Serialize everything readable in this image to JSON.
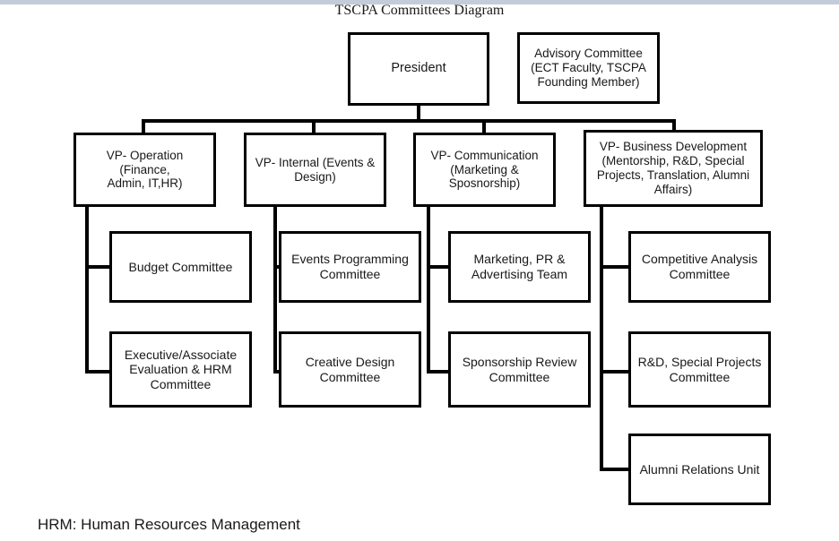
{
  "page": {
    "title": "TSCPA Committees Diagram",
    "footnote": "HRM: Human Resources Management",
    "background_color": "#ffffff",
    "line_color": "#000000",
    "text_color": "#181818",
    "top_band_color": "#c3cdd9"
  },
  "chart_data": {
    "type": "diagram",
    "subtype": "organizational-chart",
    "title": "TSCPA Committees Diagram",
    "footnote": "HRM: Human Resources Management",
    "orientation": "top-down with left-side drop trunks",
    "levels": 3,
    "nodes": [
      {
        "id": "president",
        "label": "President",
        "level": 1,
        "column": "center"
      },
      {
        "id": "advisory",
        "label": "Advisory Committee\n(ECT Faculty, TSCPA\nFounding Member)",
        "level": 1,
        "column": "right",
        "detached": true
      },
      {
        "id": "vp-operation",
        "label": "VP- Operation (Finance,\nAdmin, IT,HR)",
        "level": 2,
        "column": 1
      },
      {
        "id": "vp-internal",
        "label": "VP- Internal (Events &\nDesign)",
        "level": 2,
        "column": 2
      },
      {
        "id": "vp-communication",
        "label": "VP- Communication\n(Marketing &\nSposnorship)",
        "level": 2,
        "column": 3
      },
      {
        "id": "vp-business-development",
        "label": "VP- Business Development\n(Mentorship, R&D, Special\nProjects, Translation, Alumni\nAffairs)",
        "level": 2,
        "column": 4
      },
      {
        "id": "budget-committee",
        "label": "Budget Committee",
        "level": 3,
        "column": 1,
        "row": 1
      },
      {
        "id": "executive-associate-evaluation-hrm-committee",
        "label": "Executive/Associate\nEvaluation & HRM\nCommittee",
        "level": 3,
        "column": 1,
        "row": 2
      },
      {
        "id": "events-programming-committee",
        "label": "Events Programming\nCommittee",
        "level": 3,
        "column": 2,
        "row": 1
      },
      {
        "id": "creative-design-committee",
        "label": "Creative Design\nCommittee",
        "level": 3,
        "column": 2,
        "row": 2
      },
      {
        "id": "marketing-pr-advertising-team",
        "label": "Marketing, PR &\nAdvertising Team",
        "level": 3,
        "column": 3,
        "row": 1
      },
      {
        "id": "sponsorship-review-committee",
        "label": "Sponsorship Review\nCommittee",
        "level": 3,
        "column": 3,
        "row": 2
      },
      {
        "id": "competitive-analysis-committee",
        "label": "Competitive Analysis\nCommittee",
        "level": 3,
        "column": 4,
        "row": 1
      },
      {
        "id": "rd-special-projects-committee",
        "label": "R&D, Special Projects\nCommittee",
        "level": 3,
        "column": 4,
        "row": 2
      },
      {
        "id": "alumni-relations-unit",
        "label": "Alumni Relations Unit",
        "level": 3,
        "column": 4,
        "row": 3
      }
    ],
    "edges": [
      {
        "from": "president",
        "to": "vp-operation"
      },
      {
        "from": "president",
        "to": "vp-internal"
      },
      {
        "from": "president",
        "to": "vp-communication"
      },
      {
        "from": "president",
        "to": "vp-business-development"
      },
      {
        "from": "vp-operation",
        "to": "budget-committee"
      },
      {
        "from": "vp-operation",
        "to": "executive-associate-evaluation-hrm-committee"
      },
      {
        "from": "vp-internal",
        "to": "events-programming-committee"
      },
      {
        "from": "vp-internal",
        "to": "creative-design-committee"
      },
      {
        "from": "vp-communication",
        "to": "marketing-pr-advertising-team"
      },
      {
        "from": "vp-communication",
        "to": "sponsorship-review-committee"
      },
      {
        "from": "vp-business-development",
        "to": "competitive-analysis-committee"
      },
      {
        "from": "vp-business-development",
        "to": "rd-special-projects-committee"
      },
      {
        "from": "vp-business-development",
        "to": "alumni-relations-unit"
      }
    ]
  },
  "nodes": {
    "president": "President",
    "advisory": "Advisory Committee\n(ECT Faculty, TSCPA\nFounding Member)",
    "vp_operation": "VP- Operation (Finance,\nAdmin, IT,HR)",
    "vp_internal": "VP- Internal (Events &\nDesign)",
    "vp_communication": "VP- Communication\n(Marketing &\nSposnorship)",
    "vp_business": "VP- Business Development\n(Mentorship, R&D, Special\nProjects, Translation, Alumni\nAffairs)",
    "budget": "Budget Committee",
    "executive_eval": "Executive/Associate\nEvaluation & HRM\nCommittee",
    "events_programming": "Events Programming\nCommittee",
    "creative_design": "Creative Design\nCommittee",
    "marketing_pr": "Marketing, PR &\nAdvertising Team",
    "sponsorship_review": "Sponsorship Review\nCommittee",
    "competitive_analysis": "Competitive Analysis\nCommittee",
    "rd_special_projects": "R&D, Special Projects\nCommittee",
    "alumni_relations": "Alumni Relations Unit"
  }
}
